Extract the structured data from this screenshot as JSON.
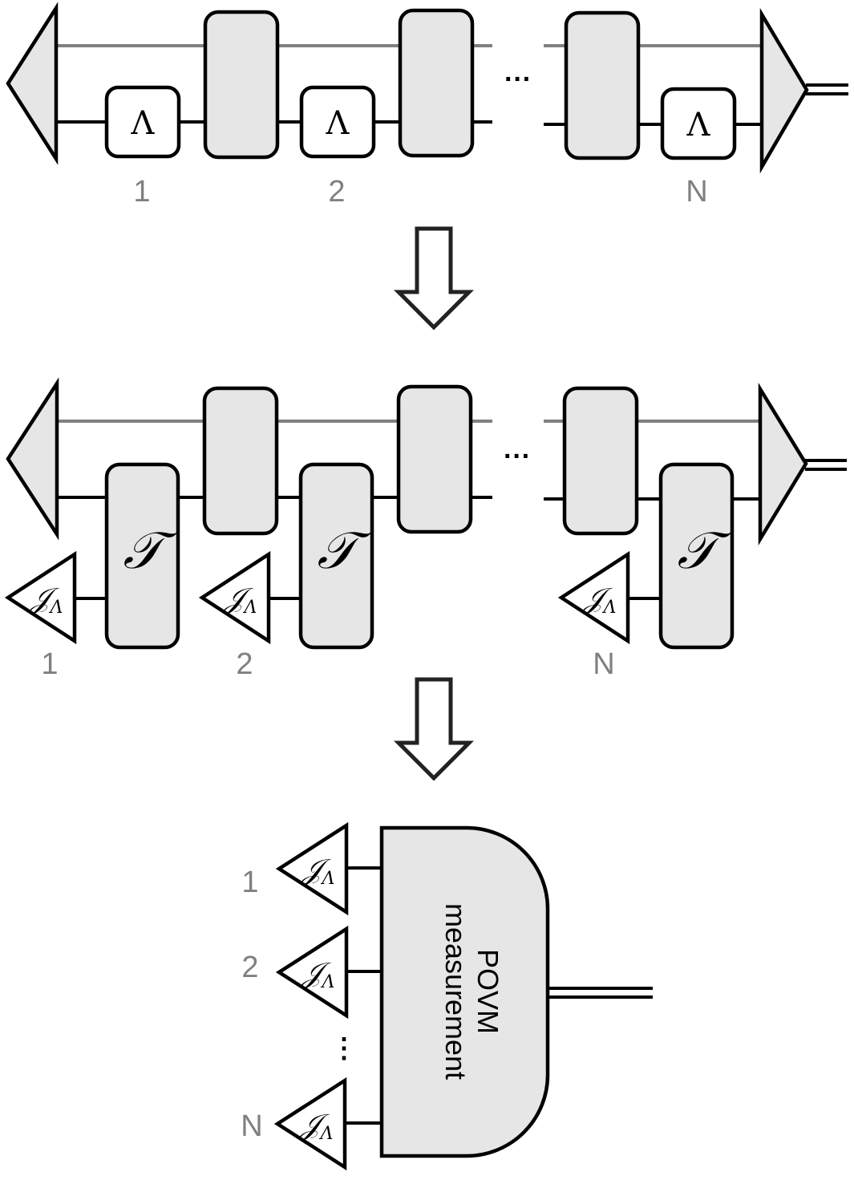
{
  "channel_symbol": "Λ",
  "tensor_symbol": "𝒯",
  "choi_symbol": "𝒥",
  "choi_subscript": "Λ",
  "ellipsis": "···",
  "ellipsis_vertical": "⋮",
  "indices": {
    "first": "1",
    "second": "2",
    "last": "N"
  },
  "povm": {
    "line1": "POVM",
    "line2": "measurement"
  },
  "colors": {
    "box_fill": "#e6e6e6",
    "gray_wire": "#808080",
    "label_gray": "#808080"
  }
}
